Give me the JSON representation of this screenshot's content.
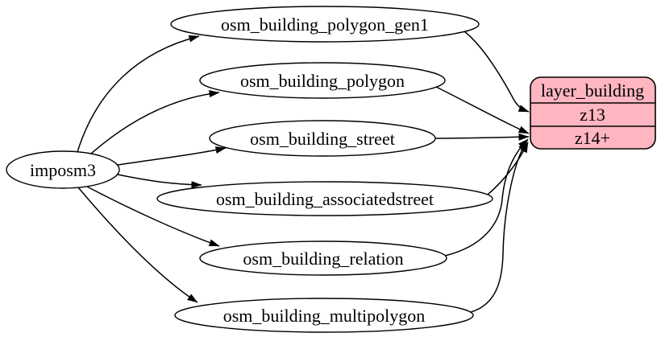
{
  "diagram": {
    "type": "flow-diagram",
    "direction": "left-to-right",
    "background": "#ffffff",
    "edge_color": "#000000",
    "source": {
      "label": "imposm3",
      "shape": "ellipse"
    },
    "tables": [
      {
        "label": "osm_building_polygon_gen1"
      },
      {
        "label": "osm_building_polygon"
      },
      {
        "label": "osm_building_street"
      },
      {
        "label": "osm_building_associatedstreet"
      },
      {
        "label": "osm_building_relation"
      },
      {
        "label": "osm_building_multipolygon"
      }
    ],
    "layer": {
      "title": "layer_building",
      "rows": [
        "z13",
        "z14+"
      ],
      "fill": "#ffb6c1",
      "stroke": "#000000"
    },
    "edges": [
      {
        "from": "imposm3",
        "to": "osm_building_polygon_gen1"
      },
      {
        "from": "imposm3",
        "to": "osm_building_polygon"
      },
      {
        "from": "imposm3",
        "to": "osm_building_street"
      },
      {
        "from": "imposm3",
        "to": "osm_building_associatedstreet"
      },
      {
        "from": "imposm3",
        "to": "osm_building_relation"
      },
      {
        "from": "imposm3",
        "to": "osm_building_multipolygon"
      },
      {
        "from": "osm_building_polygon_gen1",
        "to": "layer_building:z13"
      },
      {
        "from": "osm_building_polygon",
        "to": "layer_building:z14+"
      },
      {
        "from": "osm_building_street",
        "to": "layer_building:z14+"
      },
      {
        "from": "osm_building_associatedstreet",
        "to": "layer_building:z14+"
      },
      {
        "from": "osm_building_relation",
        "to": "layer_building:z14+"
      },
      {
        "from": "osm_building_multipolygon",
        "to": "layer_building:z14+"
      }
    ]
  }
}
